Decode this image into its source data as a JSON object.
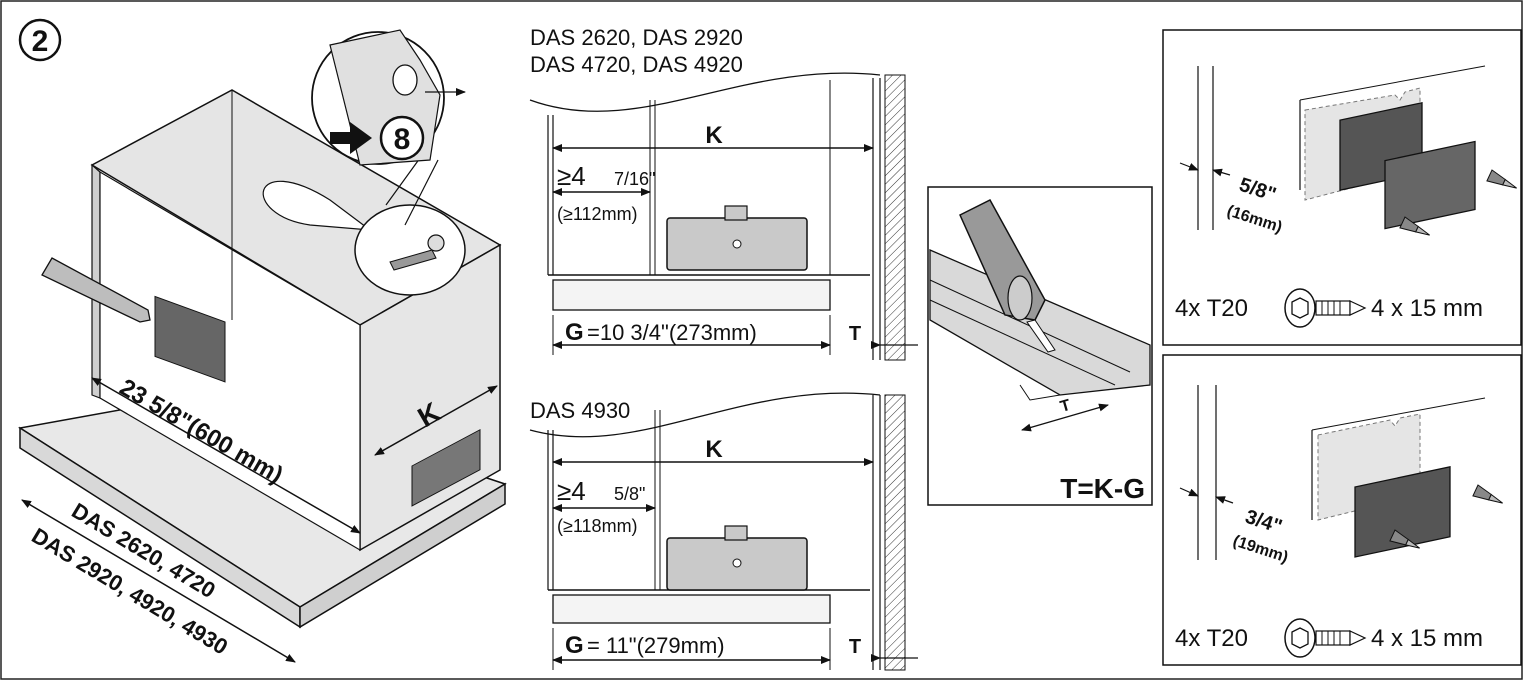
{
  "step": {
    "number": "2"
  },
  "cabinet": {
    "marking_detail_number": "8",
    "depth_label": "23 5/8\"(600 mm)",
    "k_label": "K",
    "model_line_1": "DAS 2620, 4720",
    "model_line_2": "DAS 2920, 4920, 4930"
  },
  "section_top": {
    "models_line_1": "DAS 2620, DAS 2920",
    "models_line_2": "DAS 4720, DAS 4920",
    "k_label": "K",
    "min_prefix": "≥4 ",
    "min_fraction": "7/16\"",
    "min_metric": "(≥112mm)",
    "g_letter": "G",
    "g_value": "=10 3/4\"(273mm)",
    "t_label": "T"
  },
  "section_bottom": {
    "models": "DAS 4930",
    "k_label": "K",
    "min_prefix": "≥4 ",
    "min_fraction": "5/8\"",
    "min_metric": "(≥118mm)",
    "g_letter": "G",
    "g_value": "= 11\"(279mm)",
    "t_label": "T"
  },
  "cut_detail": {
    "t_label": "T",
    "formula": "T=K-G"
  },
  "panel_top": {
    "offset_imperial": "5/8\"",
    "offset_metric": "(16mm)",
    "screw_qty": "4x T20",
    "screw_size": "4 x 15 mm"
  },
  "panel_bottom": {
    "offset_imperial": "3/4\"",
    "offset_metric": "(19mm)",
    "screw_qty": "4x T20",
    "screw_size": "4 x 15 mm"
  }
}
